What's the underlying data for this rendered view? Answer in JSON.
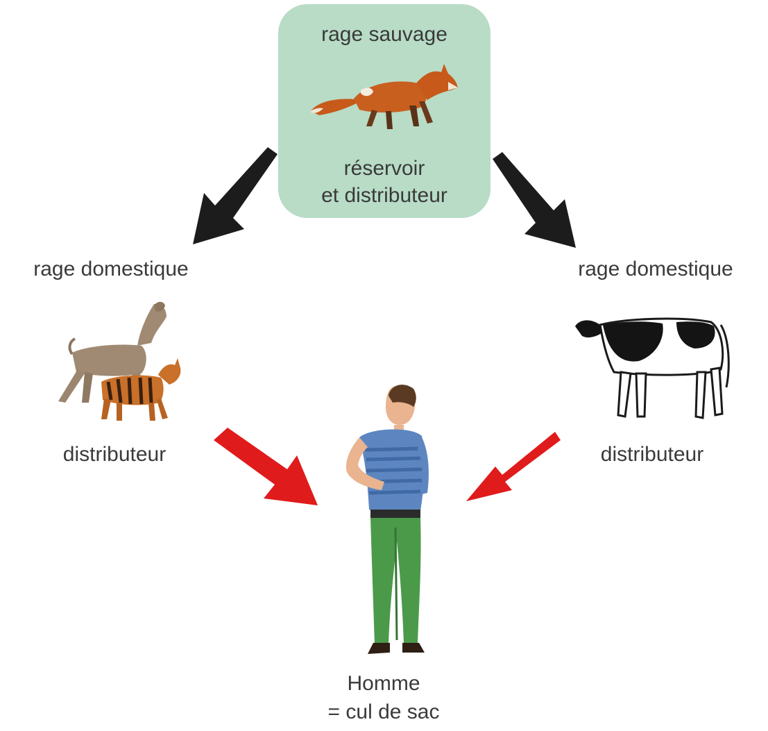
{
  "colors": {
    "box_background": "#b8dcc6",
    "black_arrow": "#1c1c1c",
    "red_arrow": "#e01b1b",
    "text": "#3a3a3a"
  },
  "wild": {
    "title": "rage sauvage",
    "role_line1": "réservoir",
    "role_line2": "et distributeur",
    "icon": "fox-icon"
  },
  "left": {
    "title": "rage domestique",
    "role": "distributeur",
    "icons": [
      "dog-icon",
      "cat-icon"
    ]
  },
  "right": {
    "title": "rage domestique",
    "role": "distributeur",
    "icon": "cow-icon"
  },
  "human": {
    "line1": "Homme",
    "line2": "= cul de sac",
    "icon": "person-icon"
  }
}
